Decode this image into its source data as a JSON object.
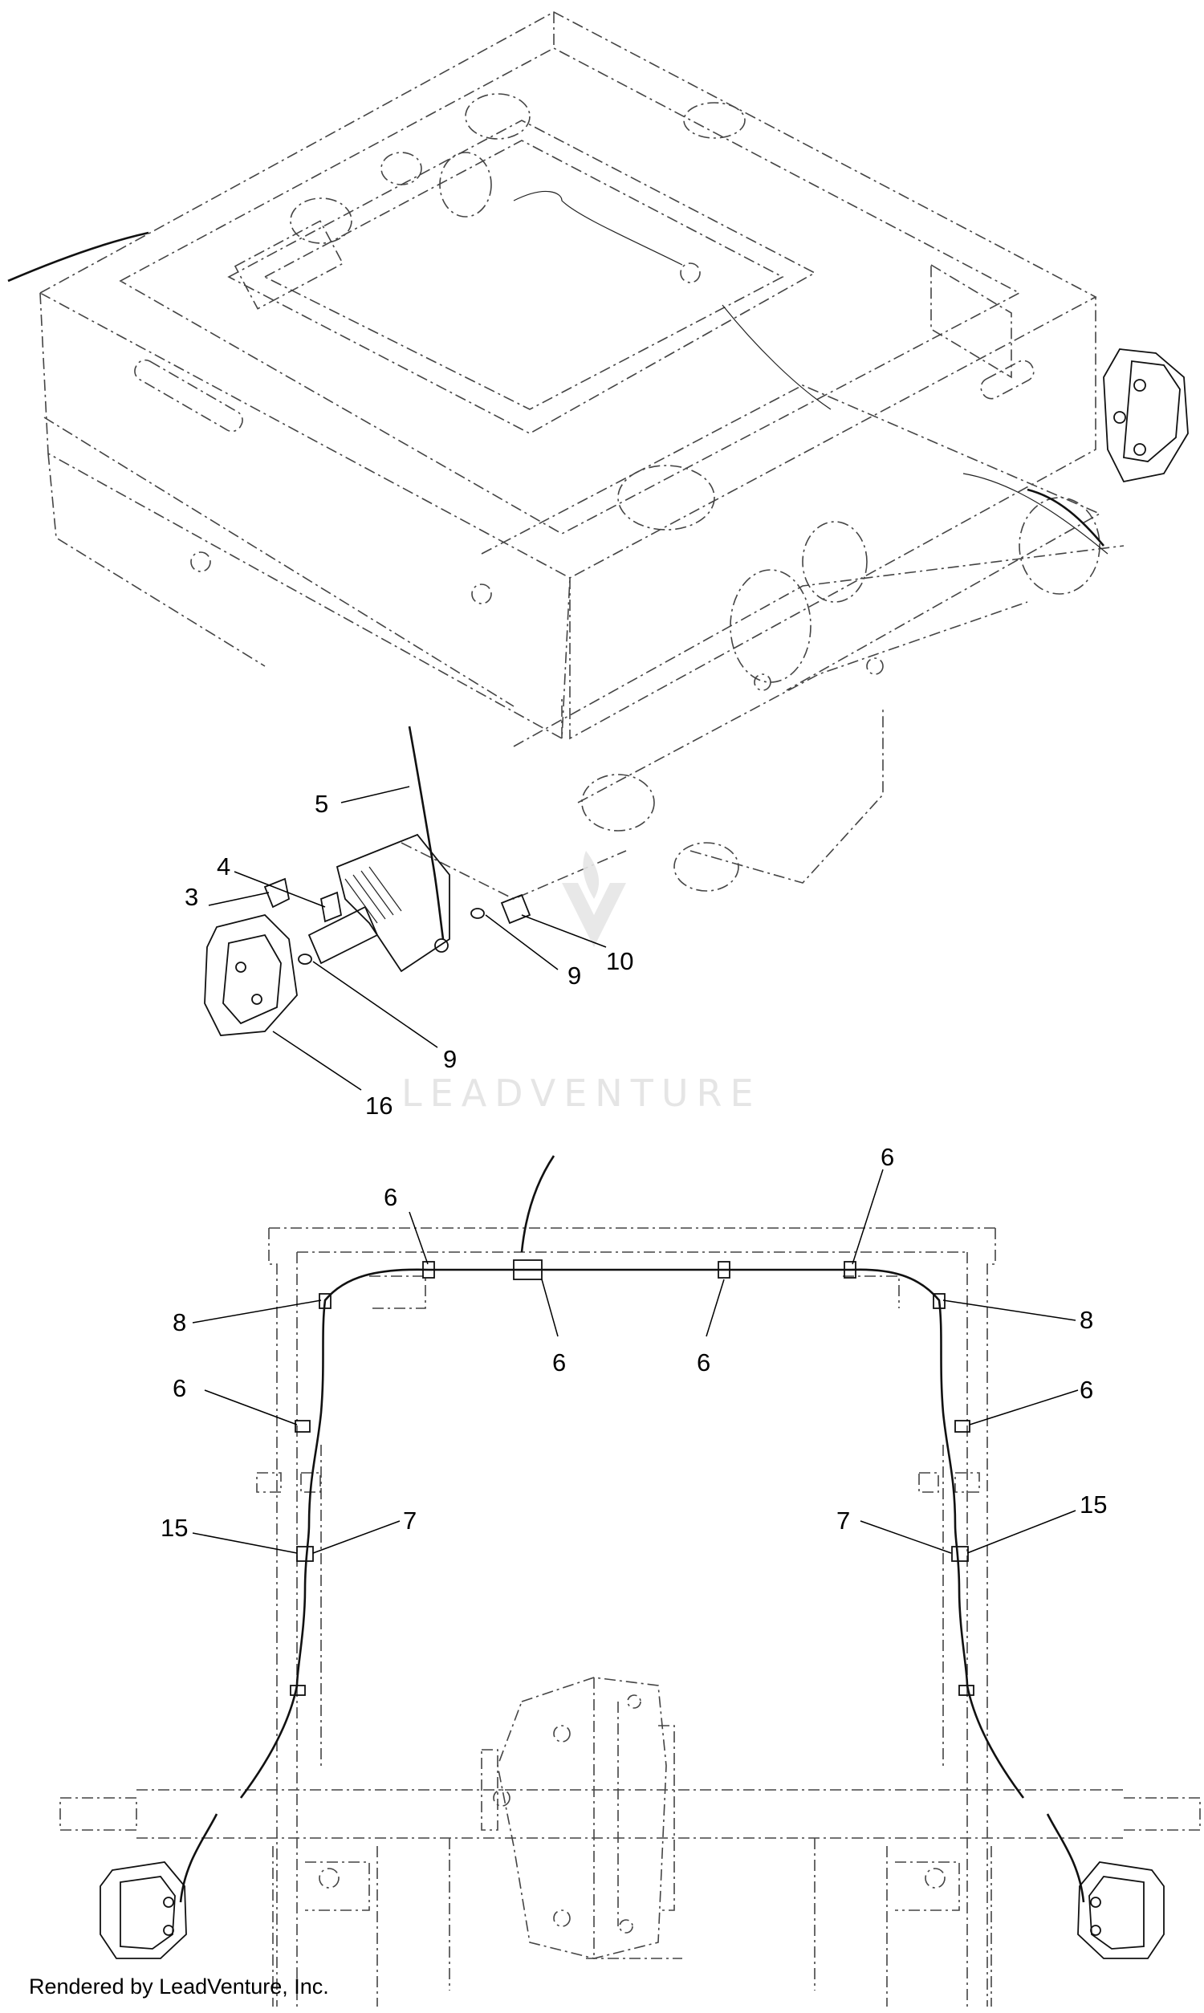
{
  "diagram": {
    "callouts_top": [
      {
        "id": "5",
        "label": "5"
      },
      {
        "id": "4",
        "label": "4"
      },
      {
        "id": "3",
        "label": "3"
      },
      {
        "id": "10",
        "label": "10"
      },
      {
        "id": "9a",
        "label": "9"
      },
      {
        "id": "9b",
        "label": "9"
      },
      {
        "id": "16",
        "label": "16"
      }
    ],
    "callouts_bottom": [
      {
        "id": "6a",
        "label": "6"
      },
      {
        "id": "6b",
        "label": "6"
      },
      {
        "id": "6c",
        "label": "6"
      },
      {
        "id": "6d",
        "label": "6"
      },
      {
        "id": "6e",
        "label": "6"
      },
      {
        "id": "6f",
        "label": "6"
      },
      {
        "id": "8a",
        "label": "8"
      },
      {
        "id": "8b",
        "label": "8"
      },
      {
        "id": "15a",
        "label": "15"
      },
      {
        "id": "15b",
        "label": "15"
      },
      {
        "id": "7a",
        "label": "7"
      },
      {
        "id": "7b",
        "label": "7"
      }
    ],
    "watermark": "LEADVENTURE"
  },
  "footer": {
    "credit": "Rendered by LeadVenture, Inc."
  }
}
